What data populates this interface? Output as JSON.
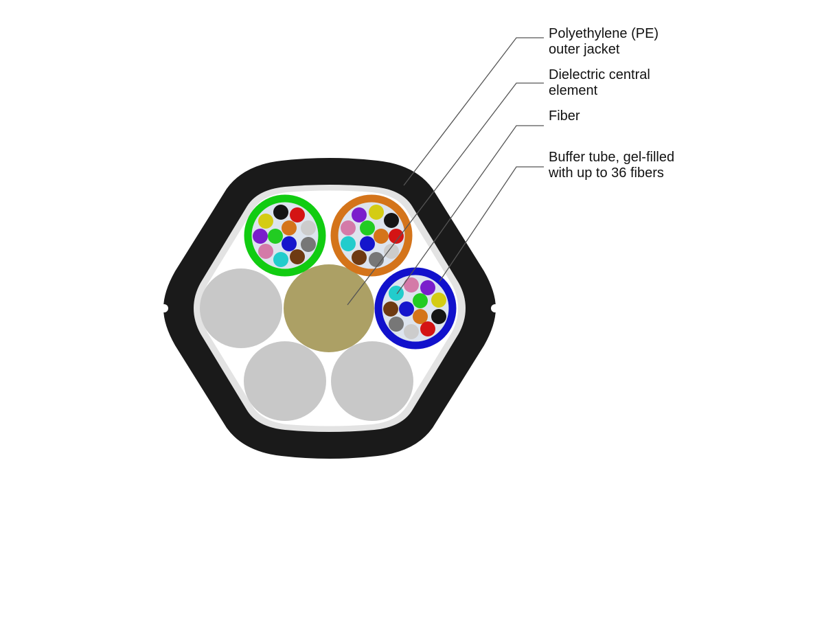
{
  "labels": [
    {
      "lines": [
        "Polyethylene (PE)",
        "outer jacket"
      ]
    },
    {
      "lines": [
        "Dielectric central",
        "element"
      ]
    },
    {
      "lines": [
        "Fiber"
      ]
    },
    {
      "lines": [
        "Buffer tube, gel-filled",
        "with up to 36 fibers"
      ]
    }
  ],
  "colors": {
    "jacket": "#1a1a1a",
    "inner_layer": "#e3e3e3",
    "central_element": "#aca065",
    "filler": "#c8c8c8",
    "gel": "#dde4ee",
    "leader_line": "#555555"
  },
  "tubes": [
    {
      "name": "green",
      "color": "#11cc11",
      "fibers": [
        "#151515",
        "#d41414",
        "#d4cc14",
        "#d4741a",
        "#cccccc",
        "#7a1ecc",
        "#22cc22",
        "#1515cc",
        "#777777",
        "#d47aa8",
        "#22cccc",
        "#6e3a12"
      ]
    },
    {
      "name": "orange",
      "color": "#d4741a",
      "fibers": [
        "#7a1ecc",
        "#d4cc14",
        "#151515",
        "#d47aa8",
        "#22cc22",
        "#d4741a",
        "#d41414",
        "#22cccc",
        "#1515cc",
        "#cccccc",
        "#6e3a12",
        "#777777"
      ]
    },
    {
      "name": "blue",
      "color": "#1111cc",
      "fibers": [
        "#d47aa8",
        "#7a1ecc",
        "#22cccc",
        "#22cc22",
        "#d4cc14",
        "#6e3a12",
        "#1515cc",
        "#d4741a",
        "#151515",
        "#777777",
        "#cccccc",
        "#d41414"
      ]
    }
  ]
}
